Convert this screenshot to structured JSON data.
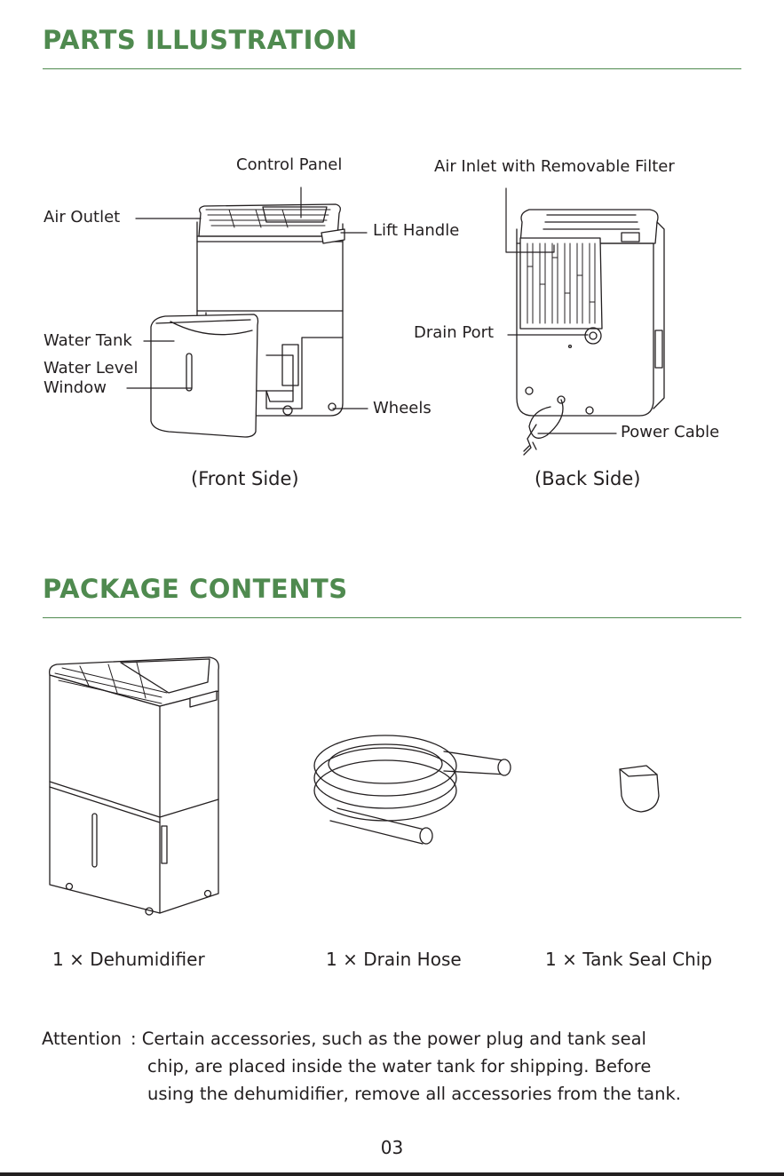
{
  "colors": {
    "accent": "#4f8a4f",
    "ink": "#231f20"
  },
  "parts_section": {
    "title": "PARTS ILLUSTRATION",
    "callouts": {
      "control_panel": "Control Panel",
      "air_inlet": "Air Inlet with Removable Filter",
      "air_outlet": "Air Outlet",
      "lift_handle": "Lift Handle",
      "water_tank": "Water Tank",
      "water_level_line1": "Water Level",
      "water_level_line2": "Window",
      "drain_port": "Drain Port",
      "wheels": "Wheels",
      "power_cable": "Power Cable"
    },
    "front_label": "(Front Side)",
    "back_label": "(Back Side)"
  },
  "package_section": {
    "title": "PACKAGE CONTENTS",
    "items": [
      {
        "label": "1 × Dehumidifier"
      },
      {
        "label": "1 × Drain Hose"
      },
      {
        "label": "1 × Tank Seal Chip"
      }
    ]
  },
  "attention": {
    "label": "Attention",
    "line1": ": Certain accessories, such as the power plug and tank seal",
    "line2": "chip, are placed inside the water tank for shipping. Before",
    "line3": "using the dehumidifier, remove all accessories from the tank."
  },
  "page_number": "03"
}
